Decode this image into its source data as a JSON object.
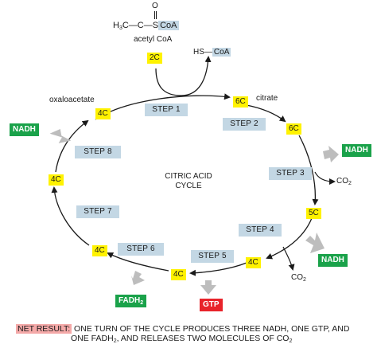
{
  "acetyl_formula": {
    "carbonyl_o": "O",
    "left": "H",
    "left_sub": "3",
    "chain": "C—C—S",
    "coa": "CoA"
  },
  "acetyl_name": "acetyl CoA",
  "hs_coa": {
    "hs": "HS",
    "coa": "CoA"
  },
  "molecules": {
    "oxaloacetate": "oxaloacetate",
    "citrate": "citrate",
    "co2_text": "CO",
    "co2_sub": "2"
  },
  "carbons": {
    "acetyl": "2C",
    "oxaloacetate": "4C",
    "citrate": "6C",
    "step2_product": "6C",
    "step3_product": "5C",
    "step4_product": "4C",
    "step5_product": "4C",
    "step6_product": "4C",
    "step7_product": "4C"
  },
  "steps": [
    "STEP 1",
    "STEP 2",
    "STEP 3",
    "STEP 4",
    "STEP 5",
    "STEP 6",
    "STEP 7",
    "STEP 8"
  ],
  "cycle_name": {
    "line1": "CITRIC ACID",
    "line2": "CYCLE"
  },
  "outputs": {
    "nadh": "NADH",
    "gtp": "GTP",
    "fadh_text": "FADH",
    "fadh_sub": "2"
  },
  "net_result": {
    "label": "NET RESULT:",
    "line1": " ONE TURN OF THE CYCLE PRODUCES THREE NADH, ONE GTP, AND",
    "line2_a": "ONE FADH",
    "line2_sub": "2",
    "line2_b": ", AND RELEASES TWO MOLECULES OF CO",
    "line2_sub2": "2"
  },
  "colors": {
    "carbon_tag": "#fff200",
    "step_box": "#c3d7e4",
    "nadh": "#1aa24a",
    "gtp": "#e8232a",
    "product_arrow": "#bdbdbd",
    "net_result_tag": "#f4a9a8",
    "coa_highlight": "#c3d7e4"
  }
}
